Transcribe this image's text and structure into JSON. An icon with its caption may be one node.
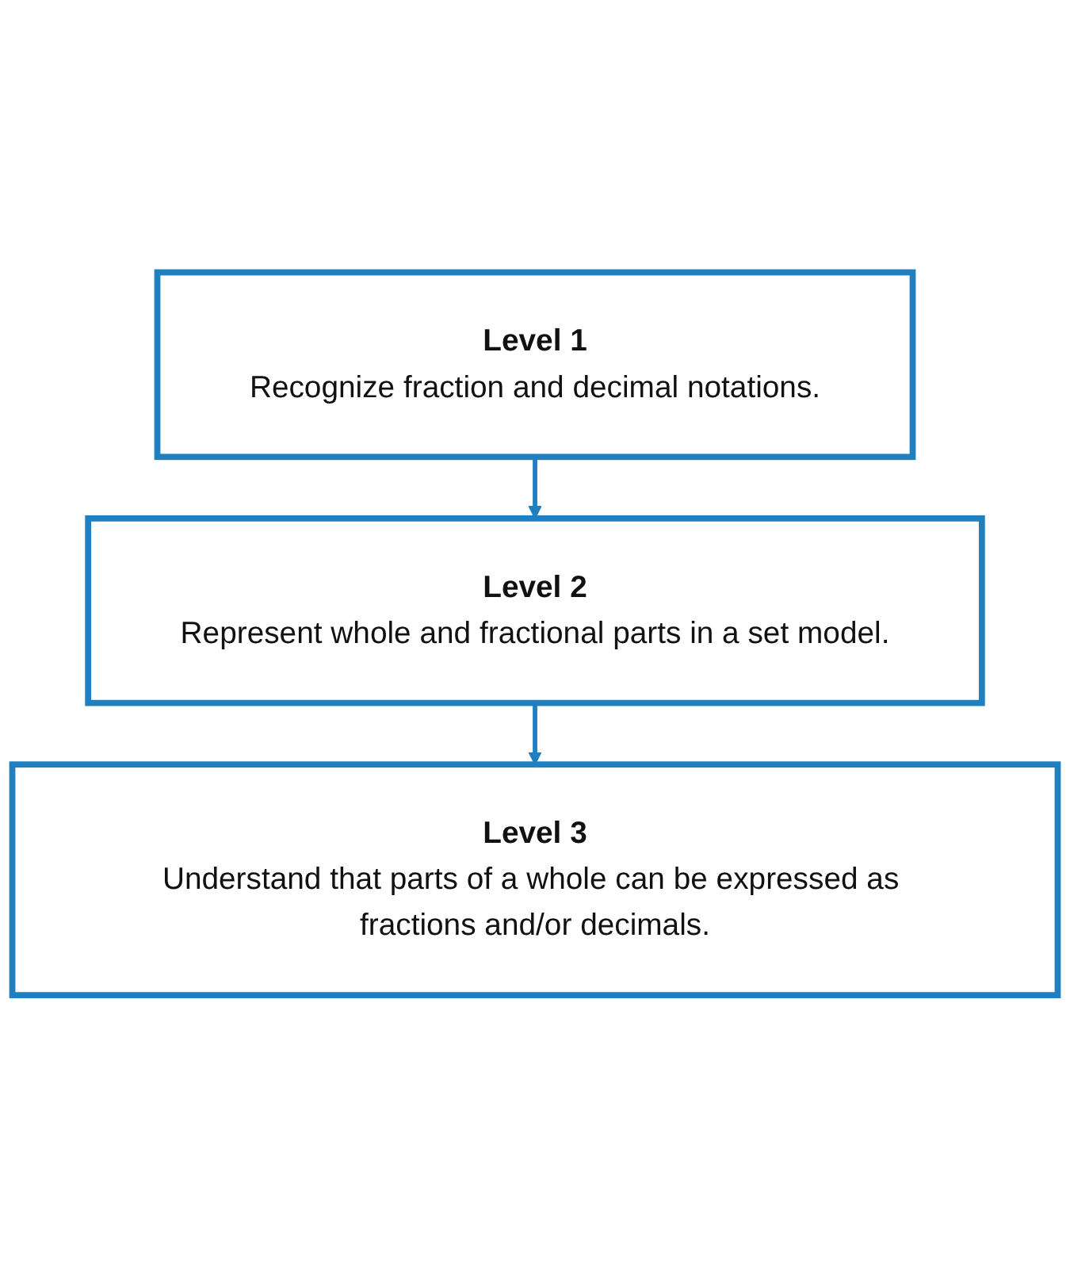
{
  "diagram": {
    "nodes": [
      {
        "text": [
          "Level 1",
          "Recognize fraction and decimal notations."
        ]
      },
      {
        "text": [
          "Level 2",
          "Represent whole and fractional parts in a set model."
        ]
      },
      {
        "text": [
          "Level 3",
          "Understand that parts of a whole can be expressed as fractions and/or decimals."
        ]
      }
    ],
    "edges": [
      {
        "from": 0,
        "to": 1,
        "arrow": "to"
      },
      {
        "from": 1,
        "to": 2,
        "arrow": "to"
      }
    ]
  }
}
